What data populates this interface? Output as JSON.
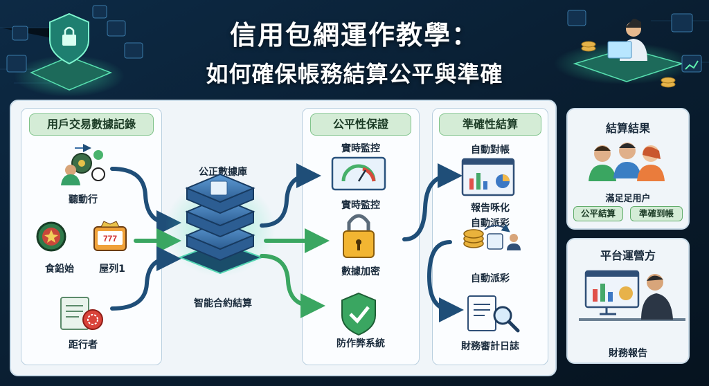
{
  "title": {
    "line1": "信用包網運作教學：",
    "line2": "如何確保帳務結算公平與準確"
  },
  "sections": {
    "records": {
      "header": "用戶交易數據記錄",
      "items": [
        {
          "label": "聽動行"
        },
        {
          "label": "食鉛始"
        },
        {
          "label": "屋列1"
        },
        {
          "label": "距行者"
        }
      ]
    },
    "database": {
      "top_label": "公正數據庫",
      "bottom_label": "智能合約結算"
    },
    "fairness": {
      "header": "公平性保證",
      "items": [
        {
          "label": "實時監控"
        },
        {
          "label": "實時監控"
        },
        {
          "label": "數據加密"
        },
        {
          "label": "防作弊系統"
        }
      ]
    },
    "accuracy": {
      "header": "準確性結算",
      "items": [
        {
          "label": "自動對帳"
        },
        {
          "label": "報告咊化"
        },
        {
          "label": "自動派彩"
        },
        {
          "label": "自動派彩"
        },
        {
          "label": "財務審計日誌"
        }
      ]
    },
    "result": {
      "header": "結算結果",
      "caption": "滿足足用户",
      "tags": [
        "公平結算",
        "準確到帳"
      ]
    },
    "operator": {
      "header": "平台運營方",
      "caption": "財務報告"
    }
  },
  "colors": {
    "arrow_blue": "#1f4e78",
    "arrow_green": "#3aa661",
    "header_green": "#d4ecd6",
    "panel": "#f0f5f9"
  }
}
